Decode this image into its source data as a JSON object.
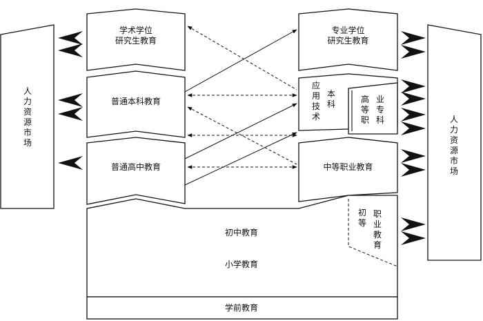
{
  "left_market": {
    "label": "人力资源市场"
  },
  "right_market": {
    "label": "人力资源市场"
  },
  "academic_master": {
    "line1": "学术学位",
    "line2": "研究生教育"
  },
  "professional_master": {
    "line1": "专业学位",
    "line2": "研究生教育"
  },
  "general_undergrad": {
    "label": "普通本科教育"
  },
  "general_high_school": {
    "label": "普通高中教育"
  },
  "applied_tech": {
    "col1": "应用技术",
    "col2": "本科"
  },
  "higher_vocational": {
    "col1": "高等职",
    "col2": "业专科"
  },
  "secondary_vocational": {
    "label": "中等职业教育"
  },
  "junior_high": {
    "label": "初中教育"
  },
  "primary": {
    "label": "小学教育"
  },
  "preschool": {
    "label": "学前教育"
  },
  "junior_vocational": {
    "col1": "初等",
    "col2": "职业教育"
  }
}
